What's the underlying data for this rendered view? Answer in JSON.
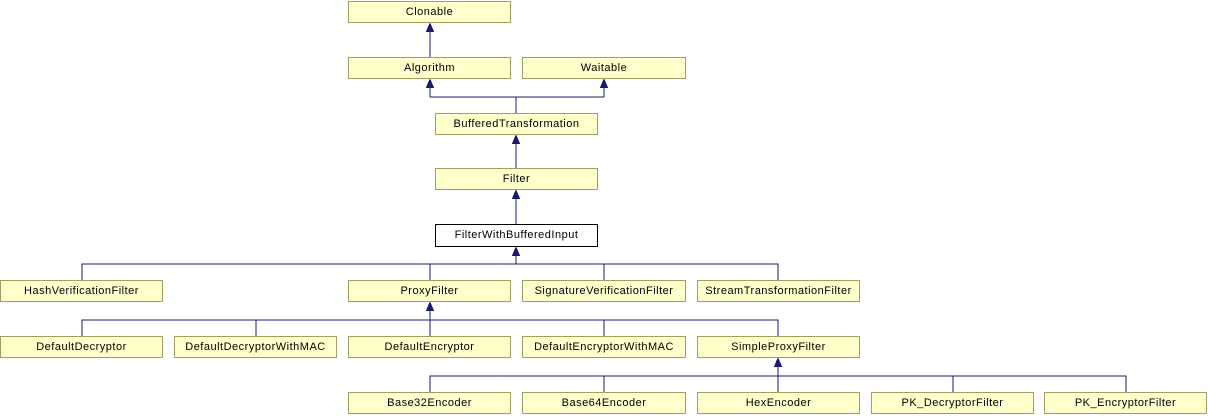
{
  "diagram": {
    "type": "class-inheritance-graph",
    "description": "Doxygen-style inheritance diagram for FilterWithBufferedInput",
    "colors": {
      "background": "#ffffff",
      "node_fill": "#ffffcc",
      "node_border": "#9f9f5f",
      "highlight_node_fill": "#ffffff",
      "highlight_node_border": "#000000",
      "edge_color": "#191970",
      "text_color": "#000000"
    },
    "nodes": [
      {
        "id": "clonable",
        "label": "Clonable",
        "highlighted": false
      },
      {
        "id": "algorithm",
        "label": "Algorithm",
        "highlighted": false
      },
      {
        "id": "waitable",
        "label": "Waitable",
        "highlighted": false
      },
      {
        "id": "buffered-transformation",
        "label": "BufferedTransformation",
        "highlighted": false
      },
      {
        "id": "filter",
        "label": "Filter",
        "highlighted": false
      },
      {
        "id": "filter-with-buffered-input",
        "label": "FilterWithBufferedInput",
        "highlighted": true
      },
      {
        "id": "hash-verification-filter",
        "label": "HashVerificationFilter",
        "highlighted": false
      },
      {
        "id": "proxy-filter",
        "label": "ProxyFilter",
        "highlighted": false
      },
      {
        "id": "signature-verification-filter",
        "label": "SignatureVerificationFilter",
        "highlighted": false
      },
      {
        "id": "stream-transformation-filter",
        "label": "StreamTransformationFilter",
        "highlighted": false
      },
      {
        "id": "default-decryptor",
        "label": "DefaultDecryptor",
        "highlighted": false
      },
      {
        "id": "default-decryptor-with-mac",
        "label": "DefaultDecryptorWithMAC",
        "highlighted": false
      },
      {
        "id": "default-encryptor",
        "label": "DefaultEncryptor",
        "highlighted": false
      },
      {
        "id": "default-encryptor-with-mac",
        "label": "DefaultEncryptorWithMAC",
        "highlighted": false
      },
      {
        "id": "simple-proxy-filter",
        "label": "SimpleProxyFilter",
        "highlighted": false
      },
      {
        "id": "base32-encoder",
        "label": "Base32Encoder",
        "highlighted": false
      },
      {
        "id": "base64-encoder",
        "label": "Base64Encoder",
        "highlighted": false
      },
      {
        "id": "hex-encoder",
        "label": "HexEncoder",
        "highlighted": false
      },
      {
        "id": "pk-decryptor-filter",
        "label": "PK_DecryptorFilter",
        "highlighted": false
      },
      {
        "id": "pk-encryptor-filter",
        "label": "PK_EncryptorFilter",
        "highlighted": false
      }
    ],
    "edges": [
      {
        "child": "Algorithm",
        "parent": "Clonable"
      },
      {
        "child": "BufferedTransformation",
        "parent": "Algorithm"
      },
      {
        "child": "BufferedTransformation",
        "parent": "Waitable"
      },
      {
        "child": "Filter",
        "parent": "BufferedTransformation"
      },
      {
        "child": "FilterWithBufferedInput",
        "parent": "Filter"
      },
      {
        "child": "HashVerificationFilter",
        "parent": "FilterWithBufferedInput"
      },
      {
        "child": "ProxyFilter",
        "parent": "FilterWithBufferedInput"
      },
      {
        "child": "SignatureVerificationFilter",
        "parent": "FilterWithBufferedInput"
      },
      {
        "child": "StreamTransformationFilter",
        "parent": "FilterWithBufferedInput"
      },
      {
        "child": "DefaultDecryptor",
        "parent": "ProxyFilter"
      },
      {
        "child": "DefaultDecryptorWithMAC",
        "parent": "ProxyFilter"
      },
      {
        "child": "DefaultEncryptor",
        "parent": "ProxyFilter"
      },
      {
        "child": "DefaultEncryptorWithMAC",
        "parent": "ProxyFilter"
      },
      {
        "child": "SimpleProxyFilter",
        "parent": "ProxyFilter"
      },
      {
        "child": "Base32Encoder",
        "parent": "SimpleProxyFilter"
      },
      {
        "child": "Base64Encoder",
        "parent": "SimpleProxyFilter"
      },
      {
        "child": "HexEncoder",
        "parent": "SimpleProxyFilter"
      },
      {
        "child": "PK_DecryptorFilter",
        "parent": "SimpleProxyFilter"
      },
      {
        "child": "PK_EncryptorFilter",
        "parent": "SimpleProxyFilter"
      }
    ]
  }
}
